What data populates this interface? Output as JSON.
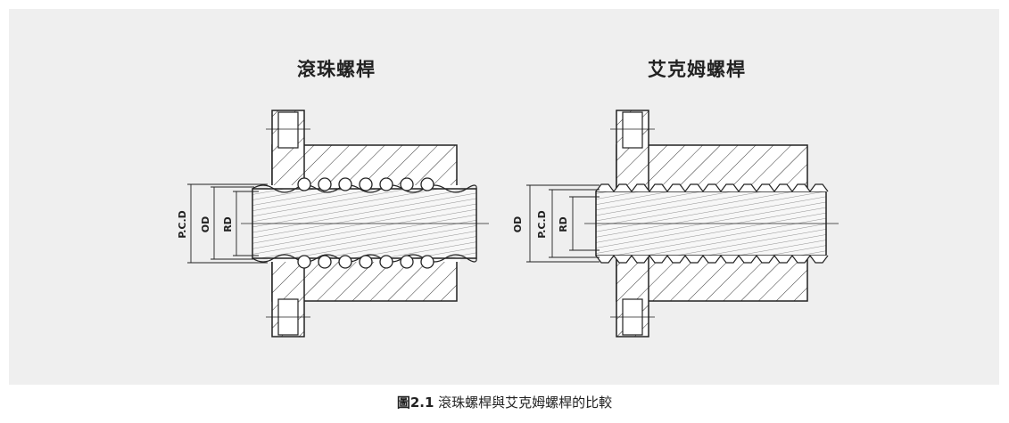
{
  "diagram": {
    "ball_screw_title": "滾珠螺桿",
    "acme_screw_title": "艾克姆螺桿",
    "ball_screw_labels": {
      "pcd": "P.C.D",
      "od": "OD",
      "rd": "RD"
    },
    "acme_screw_labels": {
      "od": "OD",
      "pcd": "P.C.D",
      "rd": "RD"
    },
    "caption_number": "圖2.1",
    "caption_text": " 滾珠螺桿與艾克姆螺桿的比較"
  }
}
